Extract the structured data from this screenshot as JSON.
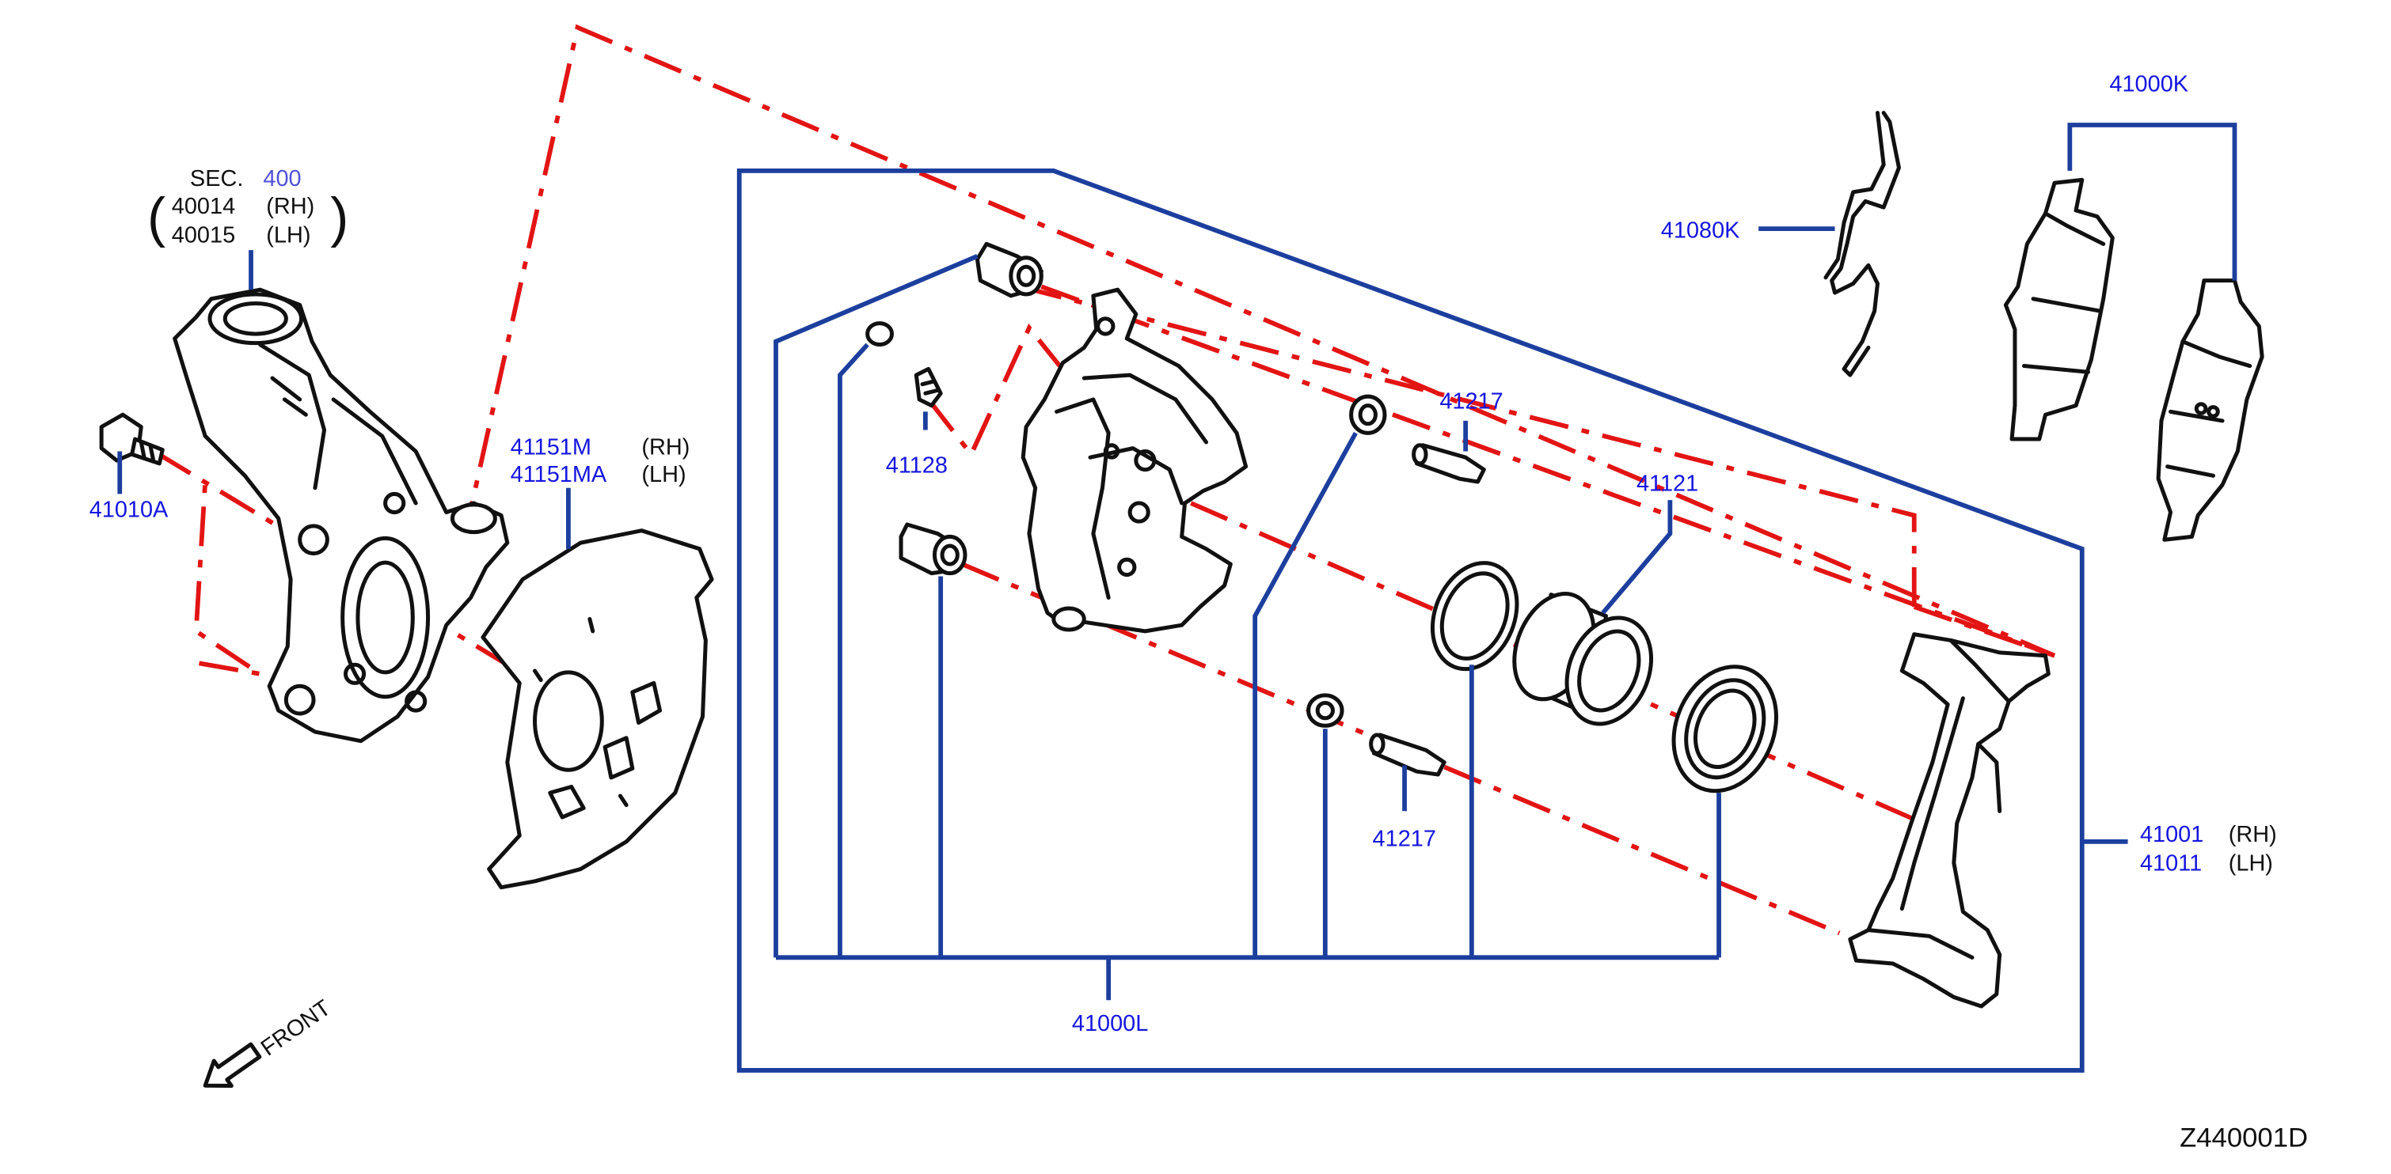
{
  "colors": {
    "callout": "#1515e0",
    "leader": "#1c3f9e",
    "centerline": "#e31414",
    "outline": "#111111"
  },
  "sec": {
    "prefix": "SEC.",
    "number": "400"
  },
  "knuckle": {
    "rh_no": "40014",
    "rh": "(RH)",
    "lh_no": "40015",
    "lh": "(LH)"
  },
  "bolt": {
    "part": "41010A"
  },
  "baffle": {
    "rh_no": "41151M",
    "rh": "(RH)",
    "lh_no": "41151MA",
    "lh": "(LH)"
  },
  "bleeder": {
    "part": "41128"
  },
  "pin_upper": {
    "part": "41217"
  },
  "pin_lower": {
    "part": "41217"
  },
  "piston": {
    "part": "41121"
  },
  "caliper_kit": {
    "part": "41000L"
  },
  "spring": {
    "part": "41080K"
  },
  "pads": {
    "part": "41000K"
  },
  "bracket": {
    "rh_no": "41001",
    "rh": "(RH)",
    "lh_no": "41011",
    "lh": "(LH)"
  },
  "front": {
    "label": "FRONT"
  },
  "figure_id": "Z440001D",
  "icons": {
    "front_arrow": "arrow-down-left-icon"
  }
}
